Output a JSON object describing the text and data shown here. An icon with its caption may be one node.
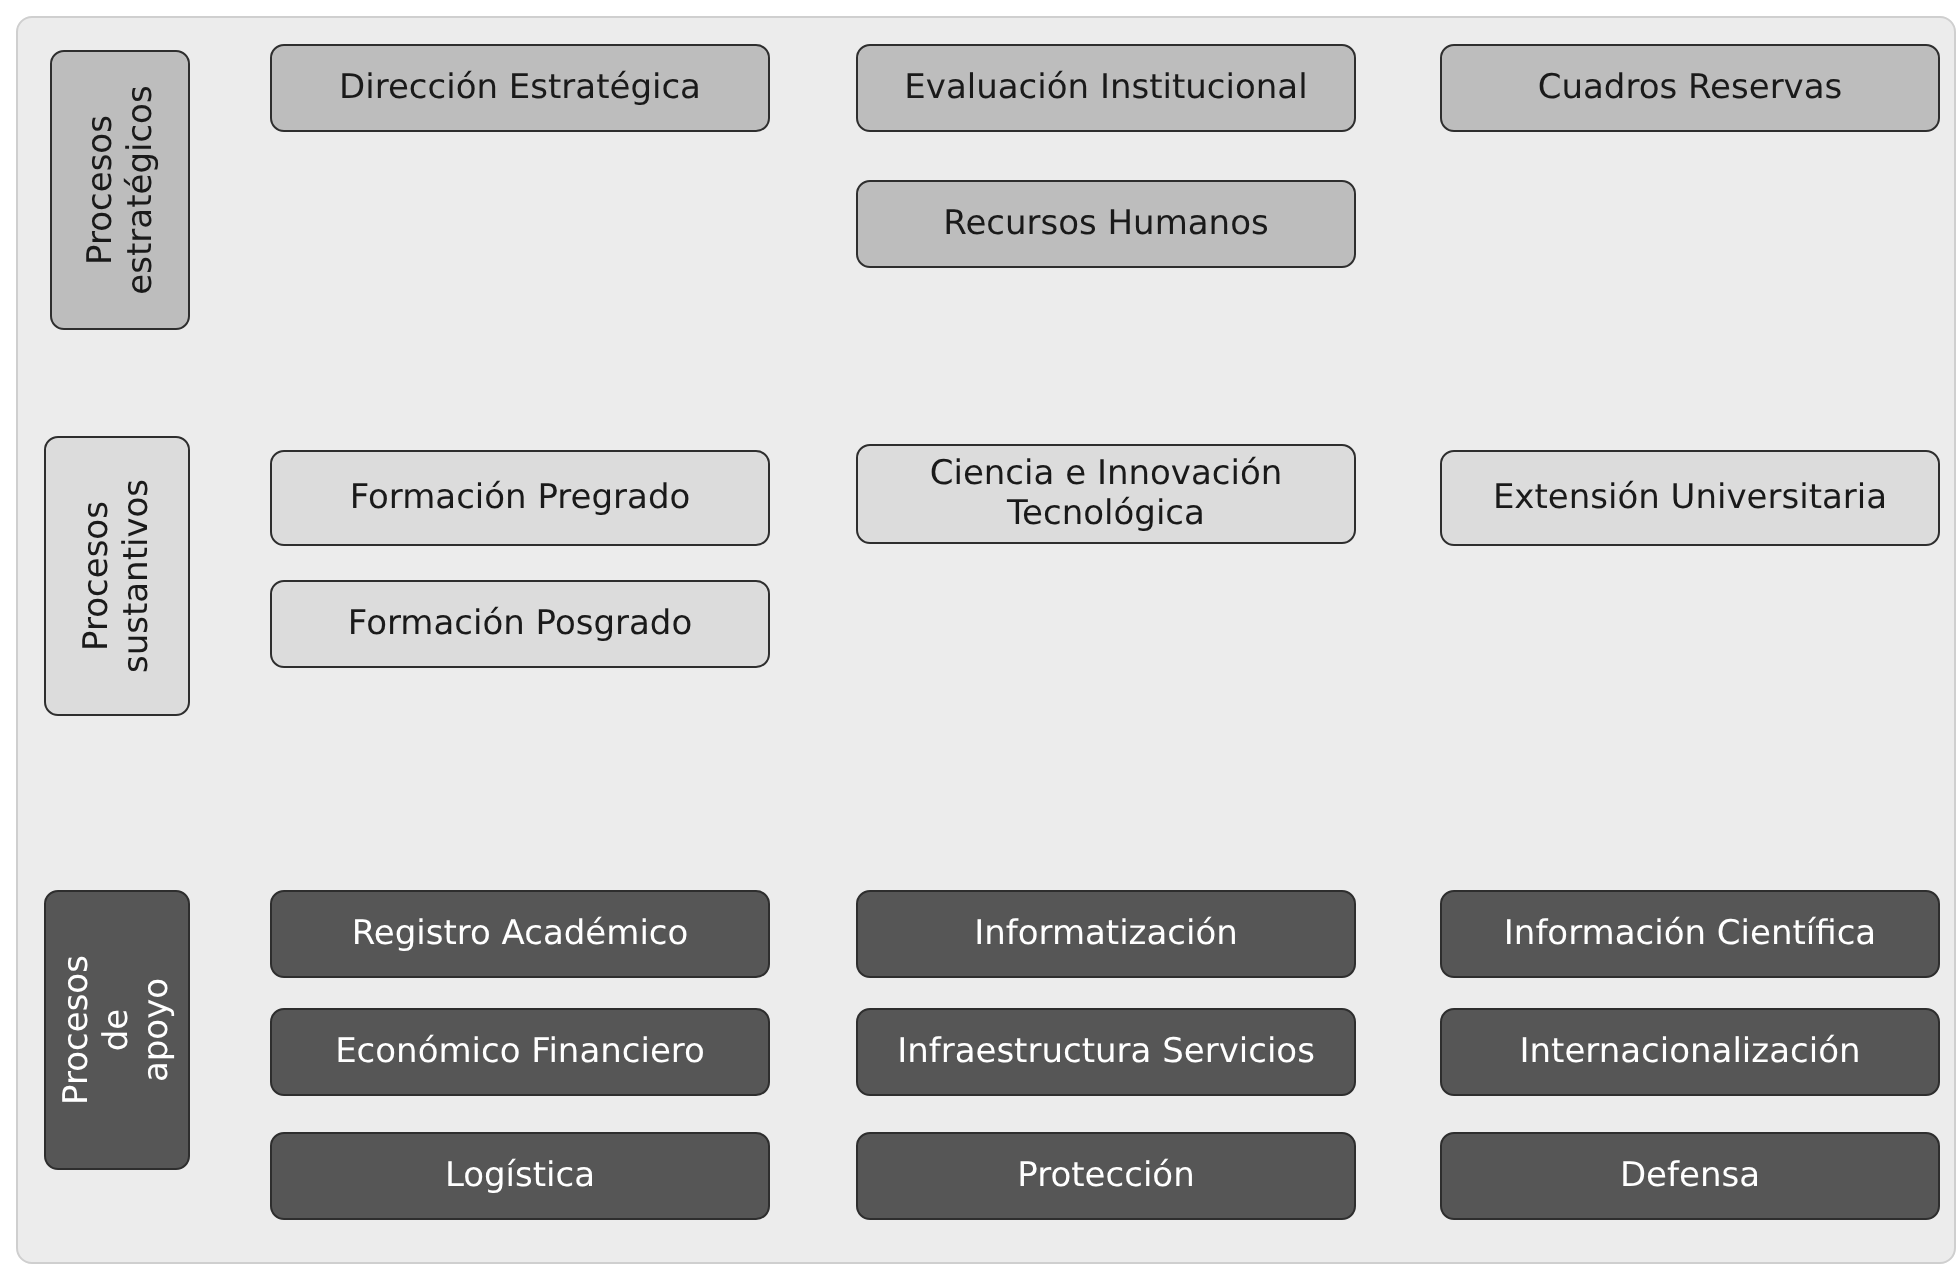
{
  "diagram": {
    "nodes": [
      {
        "text": [
          "Procesos estratégicos"
        ]
      },
      {
        "text": [
          "Dirección Estratégica"
        ]
      },
      {
        "text": [
          "Evaluación Institucional"
        ]
      },
      {
        "text": [
          "Cuadros Reservas"
        ]
      },
      {
        "text": [
          "Recursos Humanos"
        ]
      },
      {
        "text": [
          "Procesos sustantivos"
        ]
      },
      {
        "text": [
          "Formación Pregrado"
        ]
      },
      {
        "text": [
          "Ciencia e Innovación Tecnológica"
        ]
      },
      {
        "text": [
          "Extensión Universitaria"
        ]
      },
      {
        "text": [
          "Formación Posgrado"
        ]
      },
      {
        "text": [
          "Procesos de apoyo"
        ]
      },
      {
        "text": [
          "Registro Académico"
        ]
      },
      {
        "text": [
          "Informatización"
        ]
      },
      {
        "text": [
          "Información Científica"
        ]
      },
      {
        "text": [
          "Económico Financiero"
        ]
      },
      {
        "text": [
          "Infraestructura Servicios"
        ]
      },
      {
        "text": [
          "Internacionalización"
        ]
      },
      {
        "text": [
          "Logística"
        ]
      },
      {
        "text": [
          "Protección"
        ]
      },
      {
        "text": [
          "Defensa"
        ]
      }
    ],
    "edges": []
  }
}
